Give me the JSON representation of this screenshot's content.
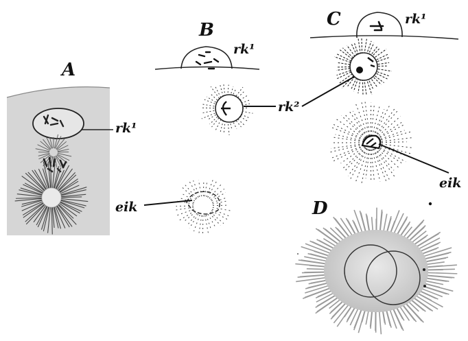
{
  "panels": {
    "a": {
      "letter": "A"
    },
    "b": {
      "letter": "B"
    },
    "c": {
      "letter": "C"
    },
    "d": {
      "letter": "D"
    }
  },
  "labels": {
    "rk1_a": "rk¹",
    "rk1_b": "rk¹",
    "rk1_c": "rk¹",
    "rk2": "rk²",
    "eik_b": "eik",
    "eik_c": "eik"
  },
  "colors": {
    "ink": "#111111",
    "paper_shade": "#d9d9d9",
    "egg_shade": "#c8c8c8"
  }
}
